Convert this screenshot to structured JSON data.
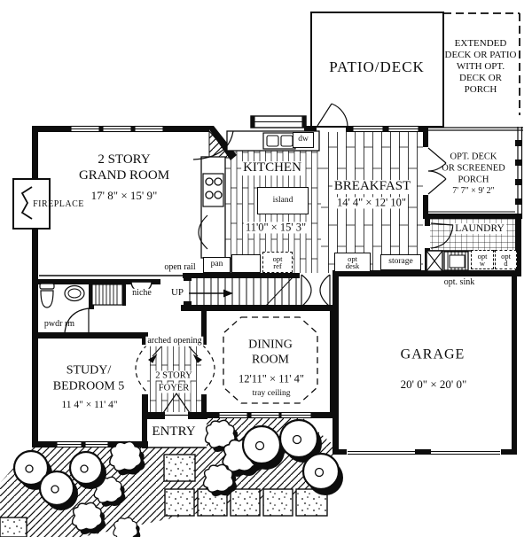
{
  "labels": {
    "patio": "PATIO/DECK",
    "extended_1": "EXTENDED",
    "extended_2": "DECK OR PATIO",
    "extended_3": "WITH OPT.",
    "extended_4": "DECK OR",
    "extended_5": "PORCH",
    "grand_1": "2 STORY",
    "grand_2": "GRAND ROOM",
    "grand_dims": "17' 8\" × 15' 9\"",
    "fireplace": "FIREPLACE",
    "kitchen": "KITCHEN",
    "kitchen_dims": "11'0\" × 15' 3\"",
    "island": "island",
    "dw": "dw",
    "pan": "pan",
    "opt_ref_1": "opt",
    "opt_ref_2": "ref",
    "breakfast": "BREAKFAST",
    "breakfast_dims": "14' 4\" × 12' 10\"",
    "porch_1": "OPT. DECK",
    "porch_2": "OR SCREENED",
    "porch_3": "PORCH",
    "porch_dims": "7' 7\" × 9' 2\"",
    "laundry": "LAUNDRY",
    "opt_w_1": "opt",
    "opt_w_2": "w",
    "opt_d_1": "opt",
    "opt_d_2": "d",
    "opt_sink": "opt. sink",
    "storage": "storage",
    "opt_desk_1": "opt",
    "opt_desk_2": "desk",
    "open_rail": "open rail",
    "up": "UP",
    "niche": "niche",
    "pwdr": "pwdr rm",
    "arched": "arched opening",
    "study_1": "STUDY/",
    "study_2": "BEDROOM 5",
    "study_dims": "11 4\" × 11' 4\"",
    "foyer_1": "2 STORY",
    "foyer_2": "FOYER",
    "dining_1": "DINING",
    "dining_2": "ROOM",
    "dining_dims": "12'11\" × 11' 4\"",
    "dining_note": "tray ceiling",
    "garage": "GARAGE",
    "garage_dims": "20' 0\" × 20' 0\"",
    "entry": "ENTRY"
  },
  "colors": {
    "ink": "#0d0d0d",
    "paper": "#ffffff"
  }
}
